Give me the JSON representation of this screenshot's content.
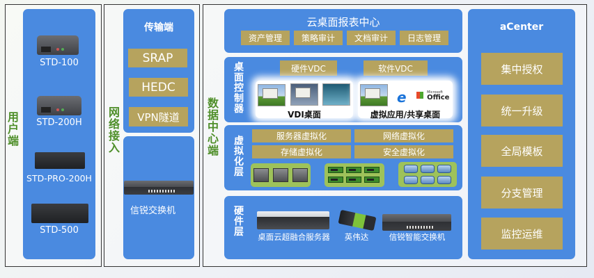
{
  "colors": {
    "panel_blue": "#4a8ae0",
    "gold": "#b6a35e",
    "green_label": "#4f8f2a",
    "white": "#ffffff"
  },
  "user_side": {
    "label": "用户端",
    "devices": [
      {
        "name": "STD-100",
        "icon": "thin-client-icon"
      },
      {
        "name": "STD-200H",
        "icon": "thin-client-icon"
      },
      {
        "name": "STD-PRO-200H",
        "icon": "thin-client-flat-icon"
      },
      {
        "name": "STD-500",
        "icon": "thin-client-flat-icon"
      }
    ]
  },
  "network_access": {
    "label": "网络接入",
    "transport": {
      "title": "传输端",
      "items": [
        "SRAP",
        "HEDC",
        "VPN隧道"
      ]
    },
    "switch": {
      "label": "信锐交换机",
      "icon": "network-switch-icon"
    }
  },
  "data_center": {
    "label": "数据中心端",
    "report_center": {
      "title": "云桌面报表中心",
      "items": [
        "资产管理",
        "策略审计",
        "文档审计",
        "日志管理"
      ]
    },
    "desktop_controller": {
      "label": "桌面控制器",
      "vdc": [
        "硬件VDC",
        "软件VDC"
      ],
      "vdi_label": "VDI桌面",
      "app_label": "虚拟应用/共享桌面",
      "office_text": "Office",
      "microsoft_text": "Microsoft"
    },
    "virtualization": {
      "label": "虚拟化层",
      "items": [
        "服务器虚拟化",
        "网络虚拟化",
        "存储虚拟化",
        "安全虚拟化"
      ]
    },
    "hardware": {
      "label": "硬件层",
      "items": [
        "桌面云超融合服务器",
        "英伟达",
        "信锐智能交换机"
      ]
    }
  },
  "acenter": {
    "title": "aCenter",
    "items": [
      "集中授权",
      "统一升级",
      "全局模板",
      "分支管理",
      "监控运维"
    ]
  }
}
